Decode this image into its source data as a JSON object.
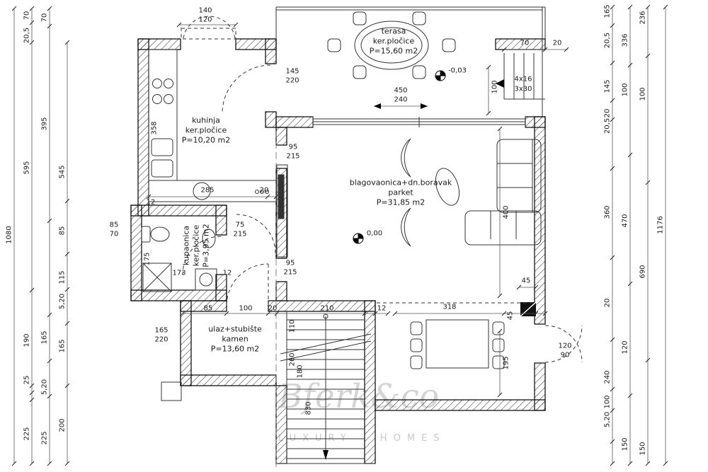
{
  "watermark": {
    "brand": "Bferk&co",
    "tagline": "LUXURY HOMES"
  },
  "rooms": {
    "terasa": {
      "name": "terasa",
      "material": "ker.pločice",
      "area": "P=15,60 m2"
    },
    "kuhinja": {
      "name": "kuhinja",
      "material": "ker.pločice",
      "area": "P=10,20 m2"
    },
    "living": {
      "name": "blagovaonica+dn.boravak",
      "material": "parket",
      "area": "P=31,85 m2"
    },
    "kupaonica": {
      "name": "kupaonica",
      "material": "ker.pločice",
      "area": "P=3,95 m2"
    },
    "ulaz": {
      "name": "ulaz+stubište",
      "material": "kamen",
      "area": "P=13,60 m2"
    }
  },
  "levels": {
    "terrace": "-0,03",
    "floor": "0,00"
  },
  "stairs": {
    "note1": "4x16",
    "note2": "3x30"
  },
  "dims_left": [
    "70",
    "70",
    "20,5",
    "395",
    "595",
    "545",
    "1080",
    "85",
    "115",
    "5,20",
    "190",
    "165",
    "165",
    "25",
    "5,20",
    "200",
    "225",
    "225"
  ],
  "dims_right": [
    "165",
    "236",
    "336",
    "20,5",
    "145",
    "100",
    "100",
    "20",
    "20,5",
    "360",
    "470",
    "1176",
    "690",
    "20",
    "120",
    "240",
    "100",
    "5,20",
    "150",
    "150"
  ],
  "dims_h": [
    "140",
    "120",
    "145",
    "220",
    "450",
    "240",
    "70",
    "20",
    "95",
    "215",
    "285",
    "20",
    "12",
    "75",
    "215",
    "85",
    "70",
    "173",
    "12",
    "95",
    "215",
    "45",
    "318",
    "85",
    "100",
    "20",
    "210",
    "12",
    "165",
    "220",
    "120",
    "90"
  ],
  "dims_v": [
    "358",
    "100",
    "400",
    "175",
    "110",
    "260",
    "45",
    "195",
    "180",
    "830"
  ]
}
